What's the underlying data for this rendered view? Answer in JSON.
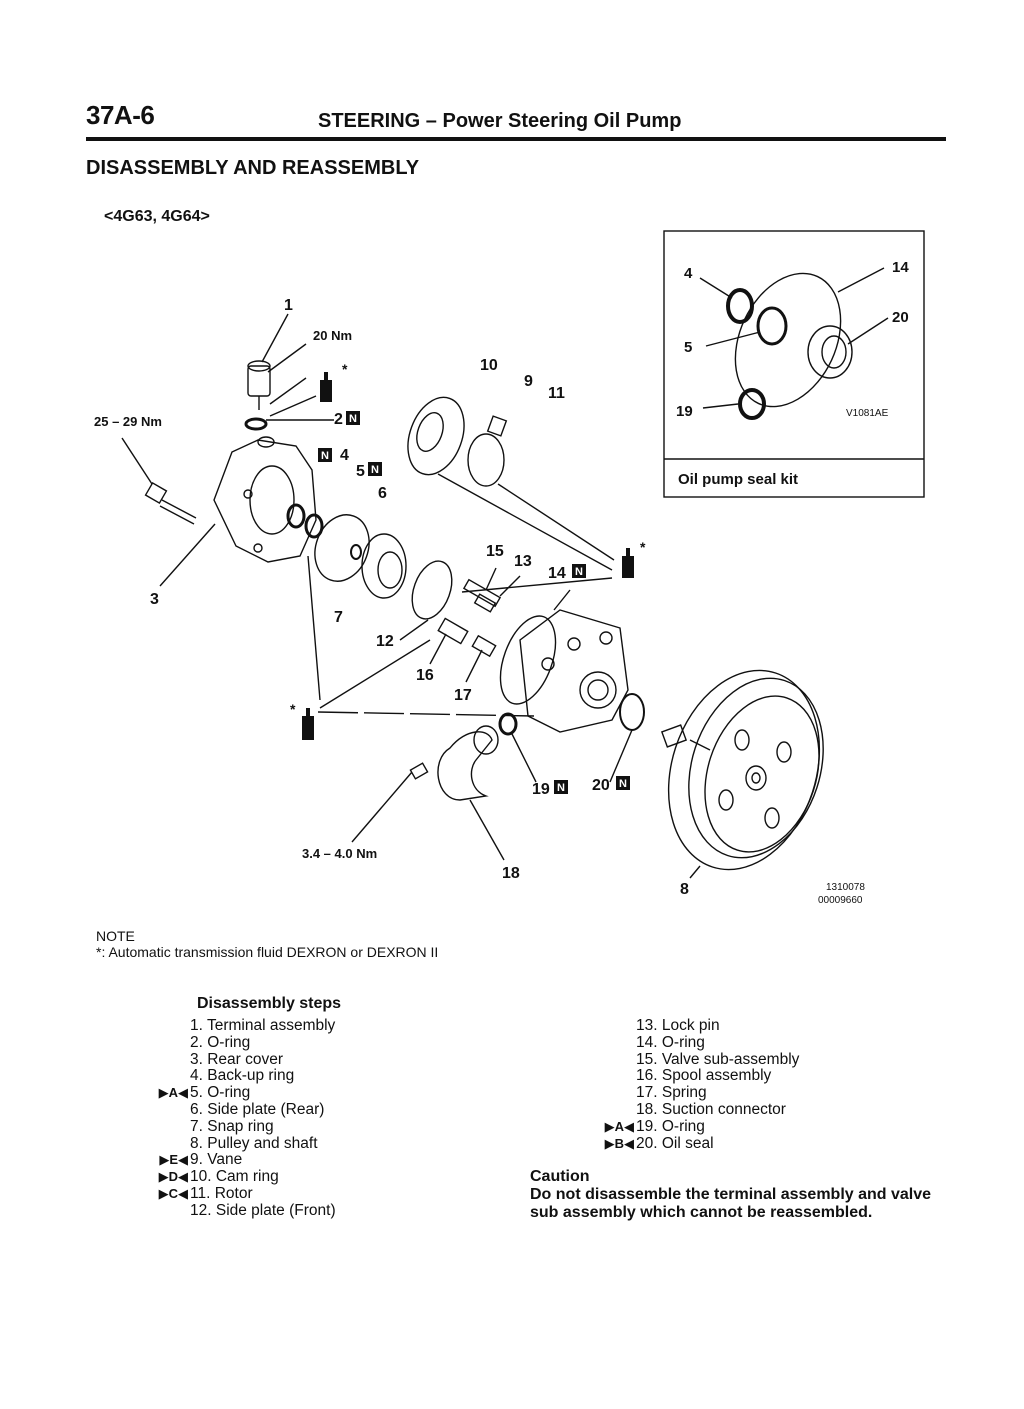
{
  "header": {
    "section_number": "37A-6",
    "title": "STEERING – Power Steering Oil Pump"
  },
  "section": {
    "title": "DISASSEMBLY AND REASSEMBLY",
    "engines": "<4G63, 4G64>"
  },
  "diagram": {
    "torques": {
      "terminal": "20 Nm",
      "bolt": "25 – 29 Nm",
      "suction": "3.4 – 4.0 Nm"
    },
    "callouts": {
      "c1": "1",
      "c2": "2",
      "c3": "3",
      "c4": "4",
      "c5": "5",
      "c6": "6",
      "c7": "7",
      "c8": "8",
      "c9": "9",
      "c10": "10",
      "c11": "11",
      "c12": "12",
      "c13": "13",
      "c14": "14",
      "c15": "15",
      "c16": "16",
      "c17": "17",
      "c18": "18",
      "c19": "19",
      "c20": "20",
      "n_mark": "N",
      "asterisk": "*"
    },
    "inset": {
      "code": "V1081AE",
      "caption": "Oil pump seal kit",
      "l4": "4",
      "l5": "5",
      "l14": "14",
      "l19": "19",
      "l20": "20"
    },
    "figure_code_1": "1310078",
    "figure_code_2": "00009660"
  },
  "note": {
    "title": "NOTE",
    "text": "*: Automatic transmission fluid DEXRON or DEXRON II"
  },
  "steps": {
    "heading": "Disassembly steps",
    "left": [
      {
        "mark": "",
        "text": "1. Terminal assembly"
      },
      {
        "mark": "",
        "text": "2. O-ring"
      },
      {
        "mark": "",
        "text": "3. Rear cover"
      },
      {
        "mark": "",
        "text": "4. Back-up ring"
      },
      {
        "mark": "▶A◀",
        "text": "5. O-ring"
      },
      {
        "mark": "",
        "text": "6. Side plate (Rear)"
      },
      {
        "mark": "",
        "text": "7. Snap ring"
      },
      {
        "mark": "",
        "text": "8. Pulley and shaft"
      },
      {
        "mark": "▶E◀",
        "text": "9. Vane"
      },
      {
        "mark": "▶D◀",
        "text": "10. Cam ring"
      },
      {
        "mark": "▶C◀",
        "text": "11. Rotor"
      },
      {
        "mark": "",
        "text": "12. Side plate (Front)"
      }
    ],
    "right": [
      {
        "mark": "",
        "text": "13. Lock pin"
      },
      {
        "mark": "",
        "text": "14. O-ring"
      },
      {
        "mark": "",
        "text": "15. Valve sub-assembly"
      },
      {
        "mark": "",
        "text": "16. Spool assembly"
      },
      {
        "mark": "",
        "text": "17. Spring"
      },
      {
        "mark": "",
        "text": "18. Suction connector"
      },
      {
        "mark": "▶A◀",
        "text": "19. O-ring"
      },
      {
        "mark": "▶B◀",
        "text": "20. Oil seal"
      }
    ]
  },
  "caution": {
    "title": "Caution",
    "text": "Do not disassemble the terminal assembly and valve sub assembly which cannot be reassembled."
  }
}
